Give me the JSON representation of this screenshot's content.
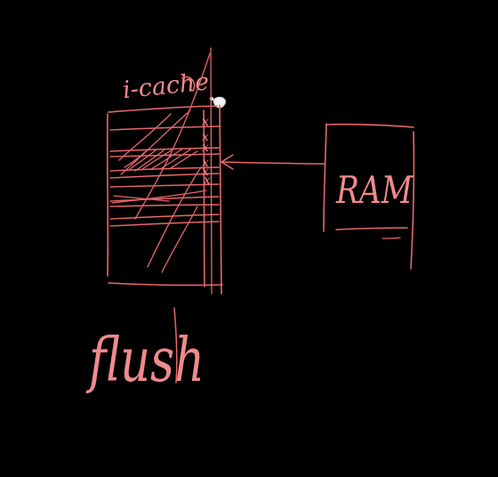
{
  "colors": {
    "background": "#000000",
    "ink": "#e8676b",
    "ink_light": "#f08a8d"
  },
  "labels": {
    "cache_title": "i-cache",
    "ram": "RAM",
    "action": "flush"
  },
  "cache": {
    "invalid_mark": "x",
    "invalidated_lines": 6
  },
  "icons": {
    "cursor": "pointer-hand-icon"
  }
}
